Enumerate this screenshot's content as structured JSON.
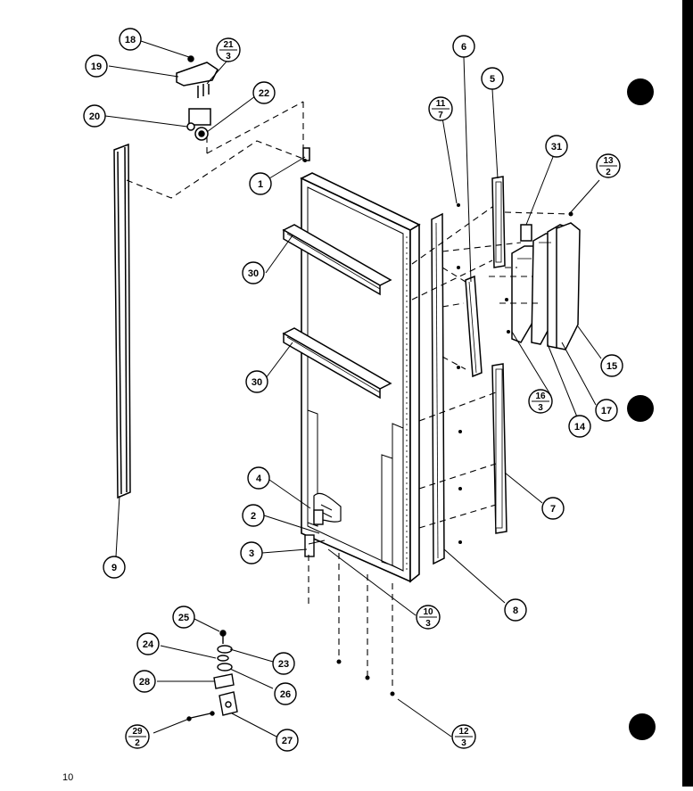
{
  "page_number": "10",
  "callouts": [
    {
      "id": "c1",
      "label": "1"
    },
    {
      "id": "c2",
      "label": "2"
    },
    {
      "id": "c3",
      "label": "3"
    },
    {
      "id": "c4",
      "label": "4"
    },
    {
      "id": "c5",
      "label": "5"
    },
    {
      "id": "c6",
      "label": "6"
    },
    {
      "id": "c7",
      "label": "7"
    },
    {
      "id": "c8",
      "label": "8"
    },
    {
      "id": "c9",
      "label": "9"
    },
    {
      "id": "c14",
      "label": "14"
    },
    {
      "id": "c15",
      "label": "15"
    },
    {
      "id": "c17",
      "label": "17"
    },
    {
      "id": "c18",
      "label": "18"
    },
    {
      "id": "c19",
      "label": "19"
    },
    {
      "id": "c20",
      "label": "20"
    },
    {
      "id": "c22",
      "label": "22"
    },
    {
      "id": "c23",
      "label": "23"
    },
    {
      "id": "c24",
      "label": "24"
    },
    {
      "id": "c25",
      "label": "25"
    },
    {
      "id": "c26",
      "label": "26"
    },
    {
      "id": "c27",
      "label": "27"
    },
    {
      "id": "c28",
      "label": "28"
    },
    {
      "id": "c30a",
      "label": "30"
    },
    {
      "id": "c30b",
      "label": "30"
    },
    {
      "id": "c31",
      "label": "31"
    }
  ],
  "fraction_callouts": [
    {
      "id": "f21",
      "top": "21",
      "bottom": "3"
    },
    {
      "id": "f11",
      "top": "11",
      "bottom": "7"
    },
    {
      "id": "f13",
      "top": "13",
      "bottom": "2"
    },
    {
      "id": "f16",
      "top": "16",
      "bottom": "3"
    },
    {
      "id": "f10",
      "top": "10",
      "bottom": "3"
    },
    {
      "id": "f12",
      "top": "12",
      "bottom": "3"
    },
    {
      "id": "f29",
      "top": "29",
      "bottom": "2"
    }
  ]
}
